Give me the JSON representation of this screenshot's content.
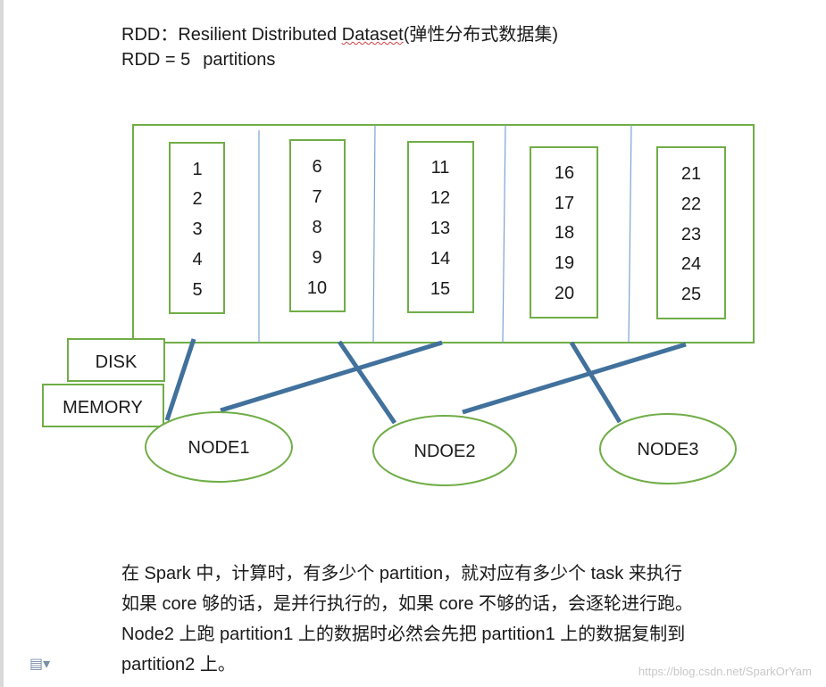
{
  "header": {
    "line1_prefix": "RDD：Resilient Distributed ",
    "line1_word": "Dataset",
    "line1_suffix": "(弹性分布式数据集)",
    "line2_left": "RDD = 5",
    "line2_right": "partitions"
  },
  "partitions": [
    {
      "values": [
        "1",
        "2",
        "3",
        "4",
        "5"
      ]
    },
    {
      "values": [
        "6",
        "7",
        "8",
        "9",
        "10"
      ]
    },
    {
      "values": [
        "11",
        "12",
        "13",
        "14",
        "15"
      ]
    },
    {
      "values": [
        "16",
        "17",
        "18",
        "19",
        "20"
      ]
    },
    {
      "values": [
        "21",
        "22",
        "23",
        "24",
        "25"
      ]
    }
  ],
  "storage": {
    "disk": "DISK",
    "memory": "MEMORY"
  },
  "nodes": [
    "NODE1",
    "NDOE2",
    "NODE3"
  ],
  "paragraph": [
    "在 Spark 中，计算时，有多少个 partition，就对应有多少个 task 来执行",
    "如果 core 够的话，是并行执行的，如果 core 不够的话，会逐轮进行跑。",
    "Node2 上跑 partition1 上的数据时必然会先把 partition1 上的数据复制到",
    "partition2 上。"
  ],
  "watermark": "https://blog.csdn.net/SparkOrYam",
  "colors": {
    "green": "#70ad47",
    "blue_line": "#41719c",
    "divider": "#7ba3cf"
  }
}
